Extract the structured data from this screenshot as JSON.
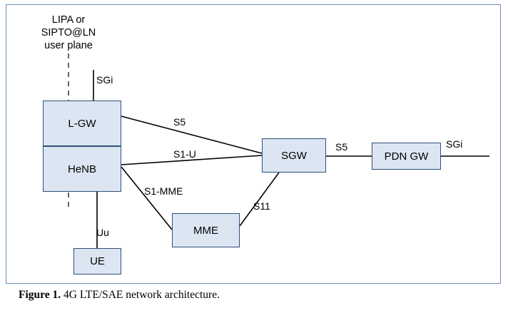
{
  "figure": {
    "caption_label": "Figure 1.",
    "caption_text": " 4G LTE/SAE network architecture."
  },
  "diagram": {
    "annotation": {
      "line1": "LIPA or",
      "line2": "SIPTO@LN",
      "line3": "user plane"
    },
    "nodes": [
      {
        "id": "l-gw",
        "label": "L-GW"
      },
      {
        "id": "henb",
        "label": "HeNB"
      },
      {
        "id": "ue",
        "label": "UE"
      },
      {
        "id": "mme",
        "label": "MME"
      },
      {
        "id": "sgw",
        "label": "SGW"
      },
      {
        "id": "pdn-gw",
        "label": "PDN GW"
      }
    ],
    "link_labels": [
      {
        "id": "sgi-lgw",
        "label": "SGi"
      },
      {
        "id": "uu",
        "label": "Uu"
      },
      {
        "id": "s5-lgw-sgw",
        "label": "S5"
      },
      {
        "id": "s1-u",
        "label": "S1-U"
      },
      {
        "id": "s1-mme",
        "label": "S1-MME"
      },
      {
        "id": "s11",
        "label": "S11"
      },
      {
        "id": "s5-sgw-pdn",
        "label": "S5"
      },
      {
        "id": "sgi-pdn",
        "label": "SGi"
      }
    ],
    "colors": {
      "node_fill": "#dce6f2",
      "node_stroke": "#2e4f7a",
      "frame_stroke": "#6a8fc0",
      "line": "#000000"
    }
  }
}
